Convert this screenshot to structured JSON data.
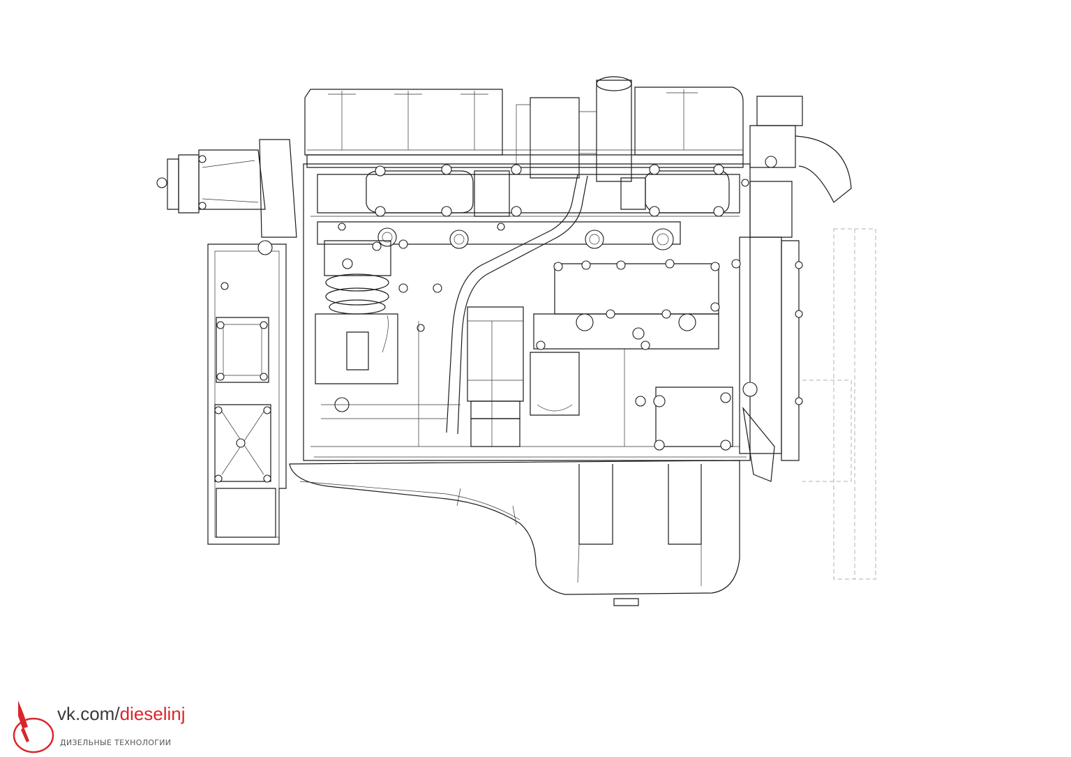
{
  "watermark": {
    "domain": "vk.com/",
    "handle": "dieselinj",
    "tagline": "ДИЗЕЛЬНЫЕ ТЕХНОЛОГИИ",
    "logo_icon": "injector-nozzle-logo-icon",
    "accent_color": "#d9262c"
  },
  "drawing": {
    "subject": "engine-side-view-line-drawing",
    "line_color": "#1a1a1a",
    "ghost_line_color": "#b0b0b0"
  }
}
